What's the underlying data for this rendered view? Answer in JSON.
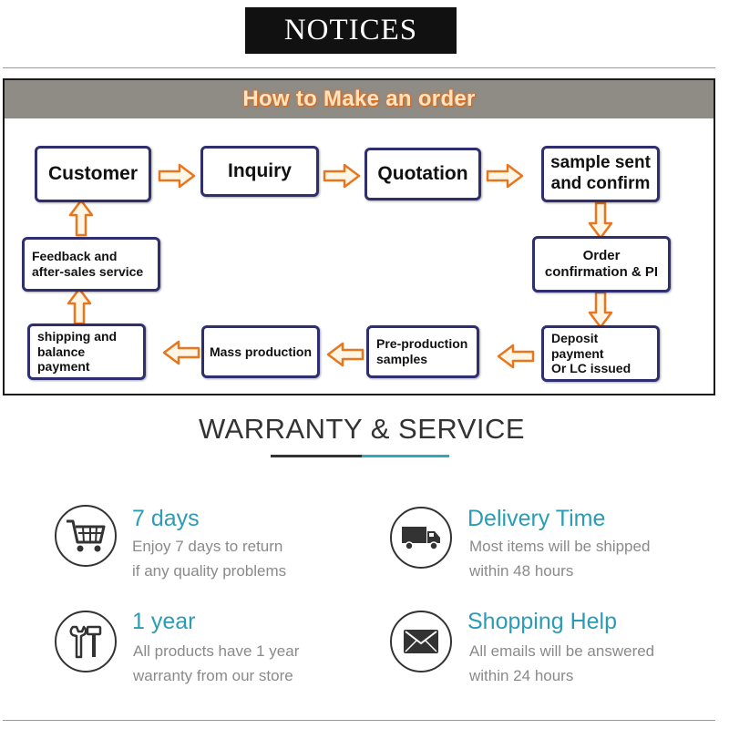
{
  "notices": {
    "label": "NOTICES"
  },
  "order_flow": {
    "title": "How to Make an order",
    "steps": {
      "customer": "Customer",
      "inquiry": "Inquiry",
      "quotation": "Quotation",
      "sample_sent": "sample sent\nand confirm",
      "order_confirmation": "Order\nconfirmation & PI",
      "deposit_payment": "Deposit payment\nOr LC issued",
      "pre_production": "Pre-production\nsamples",
      "mass_production": "Mass production",
      "shipping_balance": "shipping and\nbalance payment",
      "feedback": "Feedback and\nafter-sales service"
    },
    "colors": {
      "arrow": "#e7761f",
      "box_border": "#2f2e6e",
      "header_bg": "#8f8b85"
    }
  },
  "warranty": {
    "title": "WARRANTY & SERVICE",
    "accent": "#2fa8b8",
    "items": [
      {
        "icon": "shopping-cart-icon",
        "heading": "7 days",
        "line1": "Enjoy 7 days to return",
        "line2": "if any quality problems"
      },
      {
        "icon": "delivery-truck-icon",
        "heading": "Delivery Time",
        "line1": "Most items will be shipped",
        "line2": "within 48 hours"
      },
      {
        "icon": "tools-icon",
        "heading": "1 year",
        "line1": "All products have 1 year",
        "line2": "warranty from our store"
      },
      {
        "icon": "envelope-icon",
        "heading": "Shopping Help",
        "line1": "All emails will be answered",
        "line2": "within 24 hours"
      }
    ]
  }
}
